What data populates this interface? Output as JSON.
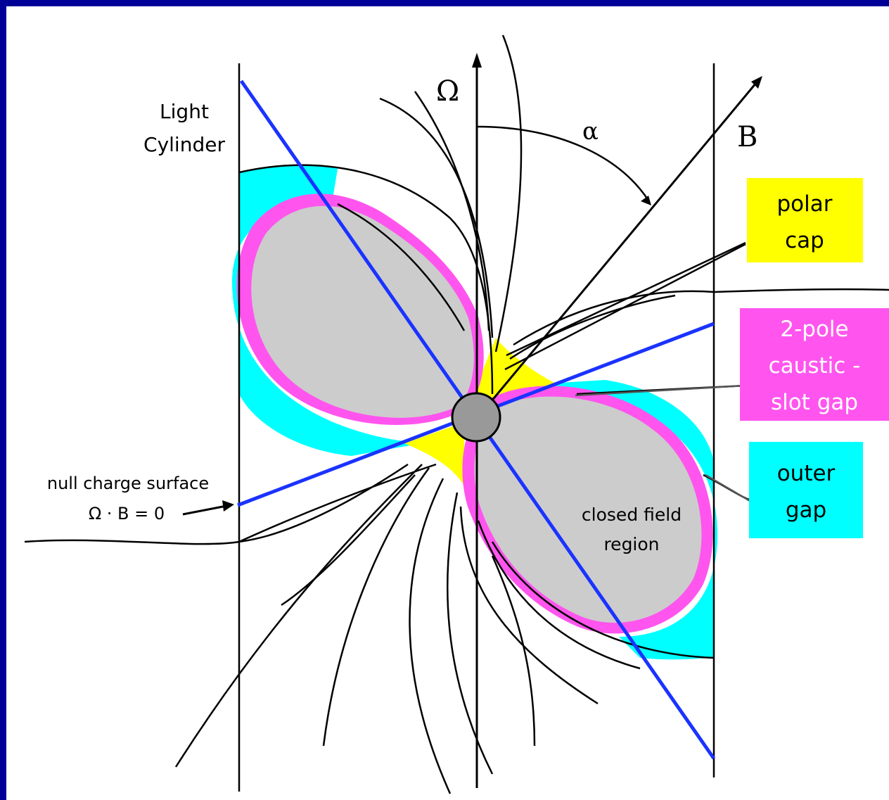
{
  "diagram": {
    "omega_symbol": "Ω",
    "alpha_symbol": "α",
    "b_symbol": "B",
    "light_cylinder": [
      "Light",
      "Cylinder"
    ],
    "null_charge": [
      "null charge surface",
      "Ω · B = 0"
    ],
    "closed_field": [
      "closed field",
      "region"
    ],
    "boxes": {
      "polar_cap": {
        "lines": [
          "polar",
          "cap"
        ],
        "color": "#ffff00"
      },
      "slot_gap": {
        "lines": [
          "2-pole",
          "caustic -",
          "slot gap"
        ],
        "color": "#ff55ee"
      },
      "outer_gap": {
        "lines": [
          "outer",
          "gap"
        ],
        "color": "#00ffff"
      }
    },
    "colors": {
      "background_border": "#000099",
      "closed_region": "#cccccc",
      "slot_gap": "#ff55ee",
      "outer_gap": "#00ffff",
      "polar_cap": "#ffff00",
      "magnetic_axis": "#1a33ff",
      "star": "#999999"
    }
  }
}
